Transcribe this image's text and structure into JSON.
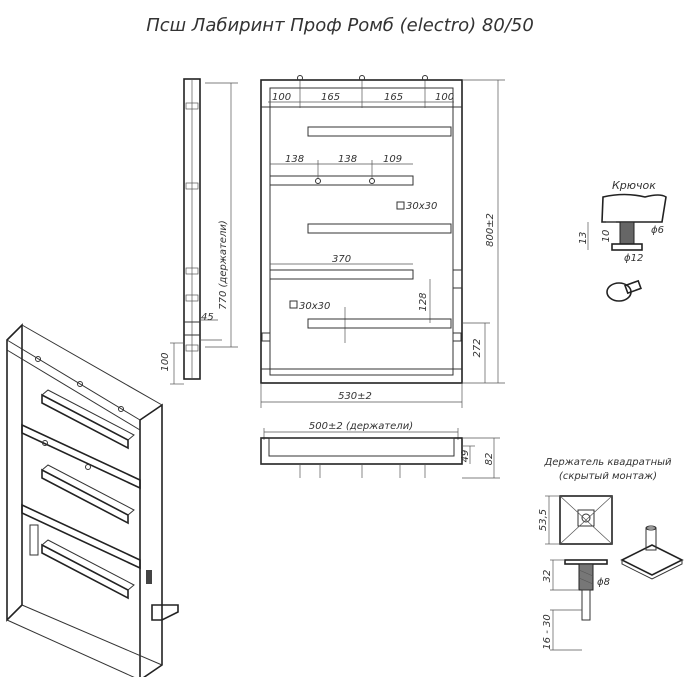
{
  "title": "Псш Лабиринт Проф Ромб (electro) 80/50",
  "front_view": {
    "dims_top": [
      "100",
      "165",
      "165",
      "100"
    ],
    "dims_mid": [
      "138",
      "138",
      "109"
    ],
    "profile_1": "30х30",
    "dim_370": "370",
    "dim_128": "128",
    "profile_2": "30х30",
    "dim_272": "272",
    "height": "800±2",
    "width": "530±2"
  },
  "side_view": {
    "holders_height": "770 (держатели)",
    "dim_45": "45",
    "dim_100": "100"
  },
  "top_view": {
    "holders_width": "500±2 (держатели)",
    "dim_49": "49",
    "dim_82": "82"
  },
  "hook": {
    "label": "Крючок",
    "dim_13": "13",
    "dim_10": "10",
    "dim_6": "ϕ6",
    "dim_12": "ϕ12"
  },
  "holder": {
    "label_line1": "Держатель квадратный",
    "label_line2": "(скрытый монтаж)",
    "dim_535": "53,5",
    "dim_32": "32",
    "dim_8": "ϕ8",
    "dim_range": "16 - 30"
  }
}
